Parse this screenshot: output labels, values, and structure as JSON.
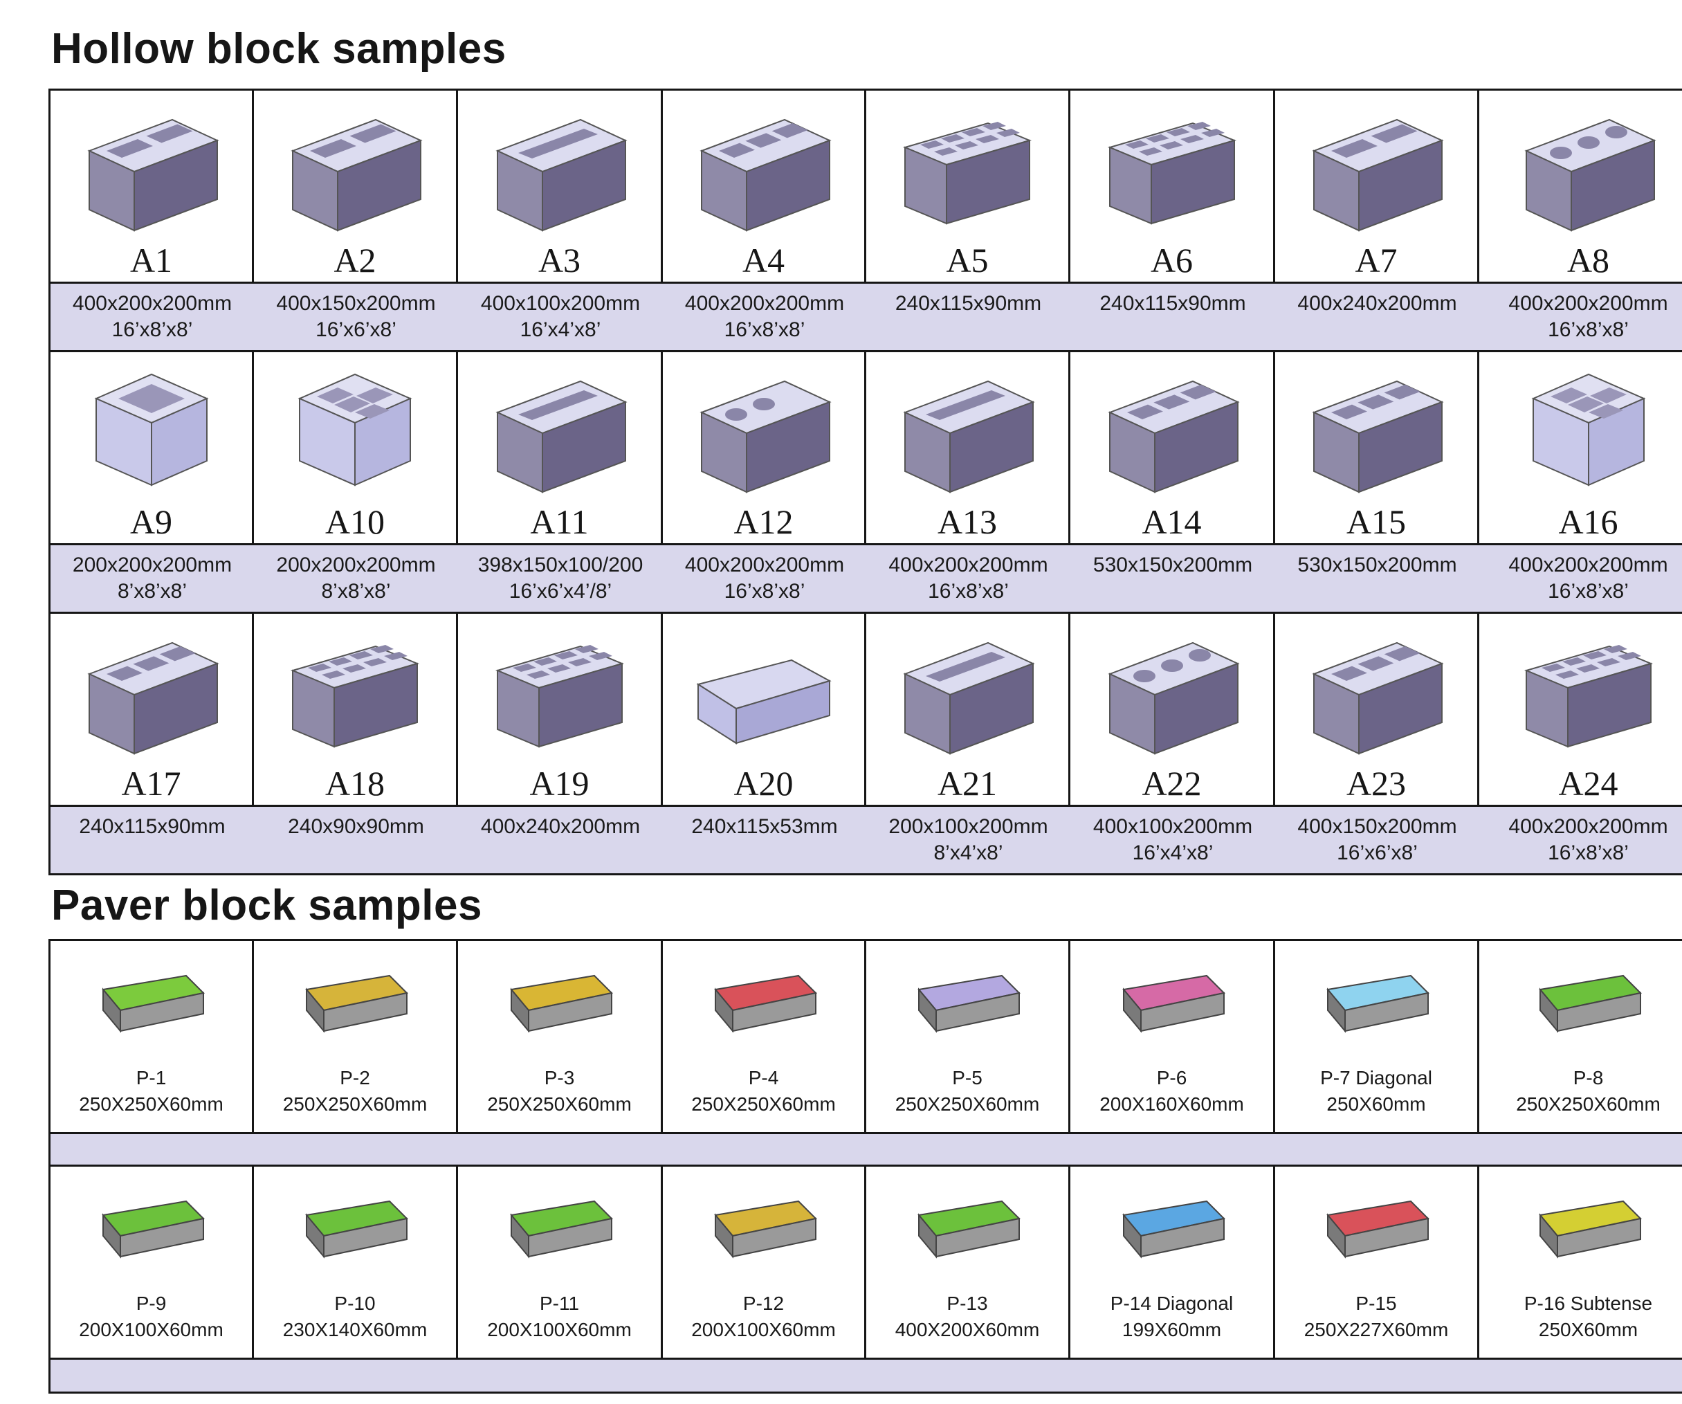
{
  "hollow_title": "Hollow block samples",
  "paver_title": "Paver block samples",
  "hollow_rows": [
    [
      {
        "label": "A1",
        "dim1": "400x200x200mm",
        "dim2": "16’x8’x8’",
        "shape": "two"
      },
      {
        "label": "A2",
        "dim1": "400x150x200mm",
        "dim2": "16’x6’x8’",
        "shape": "two"
      },
      {
        "label": "A3",
        "dim1": "400x100x200mm",
        "dim2": "16’x4’x8’",
        "shape": "slot"
      },
      {
        "label": "A4",
        "dim1": "400x200x200mm",
        "dim2": "16’x8’x8’",
        "shape": "three"
      },
      {
        "label": "A5",
        "dim1": "240x115x90mm",
        "dim2": "",
        "shape": "grid"
      },
      {
        "label": "A6",
        "dim1": "240x115x90mm",
        "dim2": "",
        "shape": "grid"
      },
      {
        "label": "A7",
        "dim1": "400x240x200mm",
        "dim2": "",
        "shape": "two"
      },
      {
        "label": "A8",
        "dim1": "400x200x200mm",
        "dim2": "16’x8’x8’",
        "shape": "holes"
      }
    ],
    [
      {
        "label": "A9",
        "dim1": "200x200x200mm",
        "dim2": "8’x8’x8’",
        "shape": "cube1"
      },
      {
        "label": "A10",
        "dim1": "200x200x200mm",
        "dim2": "8’x8’x8’",
        "shape": "cube4"
      },
      {
        "label": "A11",
        "dim1": "398x150x100/200",
        "dim2": "16’x6’x4’/8’",
        "shape": "slot"
      },
      {
        "label": "A12",
        "dim1": "400x200x200mm",
        "dim2": "16’x8’x8’",
        "shape": "round"
      },
      {
        "label": "A13",
        "dim1": "400x200x200mm",
        "dim2": "16’x8’x8’",
        "shape": "slot"
      },
      {
        "label": "A14",
        "dim1": "530x150x200mm",
        "dim2": "",
        "shape": "three"
      },
      {
        "label": "A15",
        "dim1": "530x150x200mm",
        "dim2": "",
        "shape": "three"
      },
      {
        "label": "A16",
        "dim1": "400x200x200mm",
        "dim2": "16’x8’x8’",
        "shape": "cube4"
      }
    ],
    [
      {
        "label": "A17",
        "dim1": "240x115x90mm",
        "dim2": "",
        "shape": "three"
      },
      {
        "label": "A18",
        "dim1": "240x90x90mm",
        "dim2": "",
        "shape": "grid"
      },
      {
        "label": "A19",
        "dim1": "400x240x200mm",
        "dim2": "",
        "shape": "grid"
      },
      {
        "label": "A20",
        "dim1": "240x115x53mm",
        "dim2": "",
        "shape": "solid"
      },
      {
        "label": "A21",
        "dim1": "200x100x200mm",
        "dim2": "8’x4’x8’",
        "shape": "slot"
      },
      {
        "label": "A22",
        "dim1": "400x100x200mm",
        "dim2": "16’x4’x8’",
        "shape": "holes"
      },
      {
        "label": "A23",
        "dim1": "400x150x200mm",
        "dim2": "16’x6’x8’",
        "shape": "three"
      },
      {
        "label": "A24",
        "dim1": "400x200x200mm",
        "dim2": "16’x8’x8’",
        "shape": "grid"
      }
    ]
  ],
  "paver_rows": [
    [
      {
        "name": "P-1",
        "size": "250X250X60mm",
        "color": "#7ccb3d"
      },
      {
        "name": "P-2",
        "size": "250X250X60mm",
        "color": "#d6b43a"
      },
      {
        "name": "P-3",
        "size": "250X250X60mm",
        "color": "#d9b634"
      },
      {
        "name": "P-4",
        "size": "250X250X60mm",
        "color": "#d9525a"
      },
      {
        "name": "P-5",
        "size": "250X250X60mm",
        "color": "#b3a8e0"
      },
      {
        "name": "P-6",
        "size": "200X160X60mm",
        "color": "#d66aa6"
      },
      {
        "name": "P-7 Diagonal",
        "size": "250X60mm",
        "color": "#8fd3ef"
      },
      {
        "name": "P-8",
        "size": "250X250X60mm",
        "color": "#6cc13c"
      }
    ],
    [
      {
        "name": "P-9",
        "size": "200X100X60mm",
        "color": "#6cc13c"
      },
      {
        "name": "P-10",
        "size": "230X140X60mm",
        "color": "#6cc13c"
      },
      {
        "name": "P-11",
        "size": "200X100X60mm",
        "color": "#6cc13c"
      },
      {
        "name": "P-12",
        "size": "200X100X60mm",
        "color": "#d6b43a"
      },
      {
        "name": "P-13",
        "size": "400X200X60mm",
        "color": "#6cc13c"
      },
      {
        "name": "P-14 Diagonal",
        "size": "199X60mm",
        "color": "#5ba7e2"
      },
      {
        "name": "P-15",
        "size": "250X227X60mm",
        "color": "#d9525a"
      },
      {
        "name": "P-16  Subtense",
        "size": "250X60mm",
        "color": "#d4cf33"
      }
    ]
  ]
}
